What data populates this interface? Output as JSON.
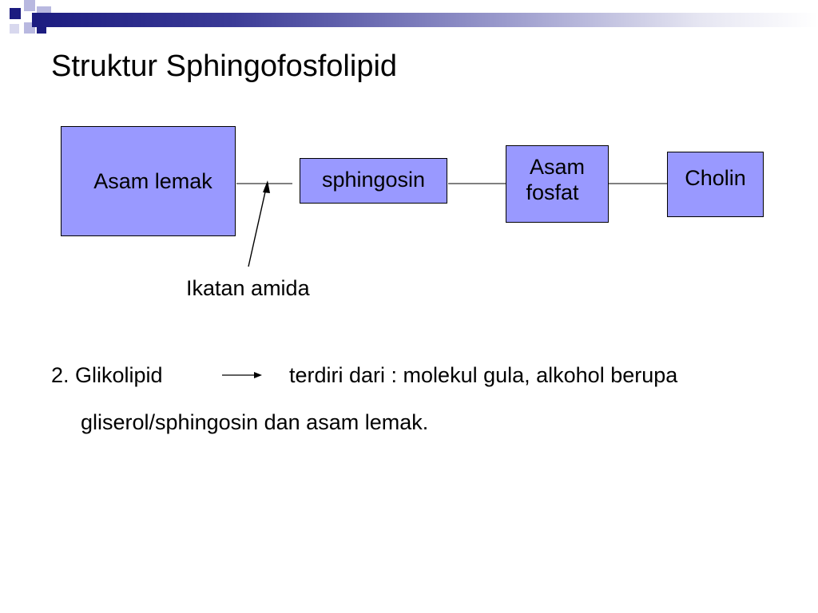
{
  "slide": {
    "title": "Struktur Sphingofosfolipid"
  },
  "diagram": {
    "nodes": {
      "asam_lemak": "Asam lemak",
      "sphingosin": "sphingosin",
      "asam_fosfat_line1": "Asam",
      "asam_fosfat_line2": "fosfat",
      "cholin": "Cholin"
    },
    "annotation": "Ikatan amida",
    "box_color": "#9999ff",
    "accent_color": "#1c1c80"
  },
  "body": {
    "item_lead": "2. Glikolipid",
    "item_rest": "terdiri dari : molekul gula, alkohol berupa",
    "item_line2": "gliserol/sphingosin dan asam lemak."
  }
}
